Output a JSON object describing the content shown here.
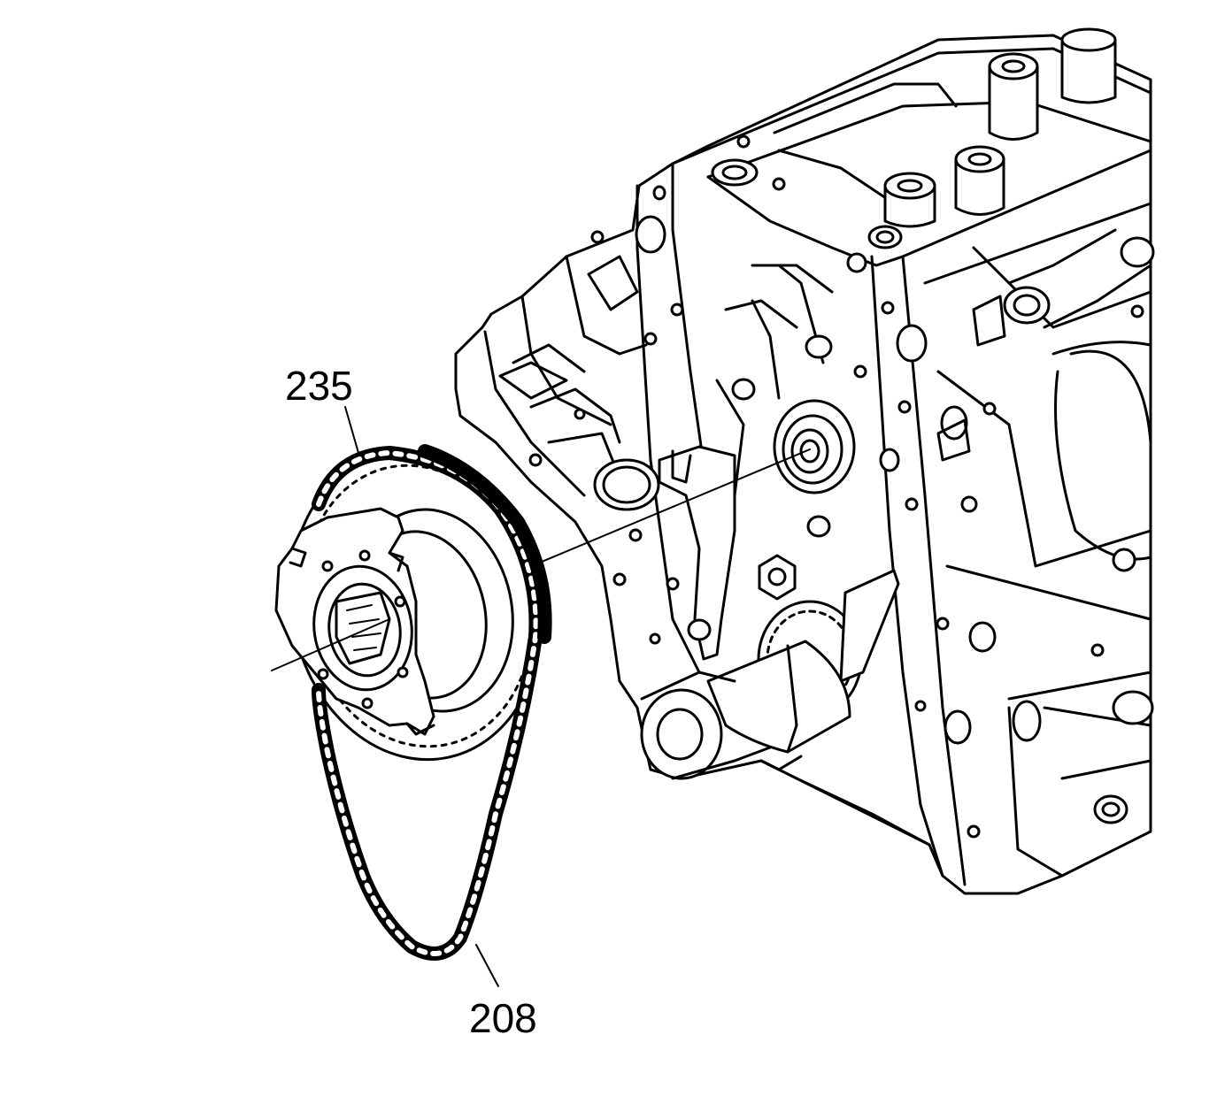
{
  "callouts": [
    {
      "id": "235",
      "text": "235"
    },
    {
      "id": "208",
      "text": "208"
    }
  ],
  "colors": {
    "line": "#000000",
    "background": "#ffffff"
  }
}
